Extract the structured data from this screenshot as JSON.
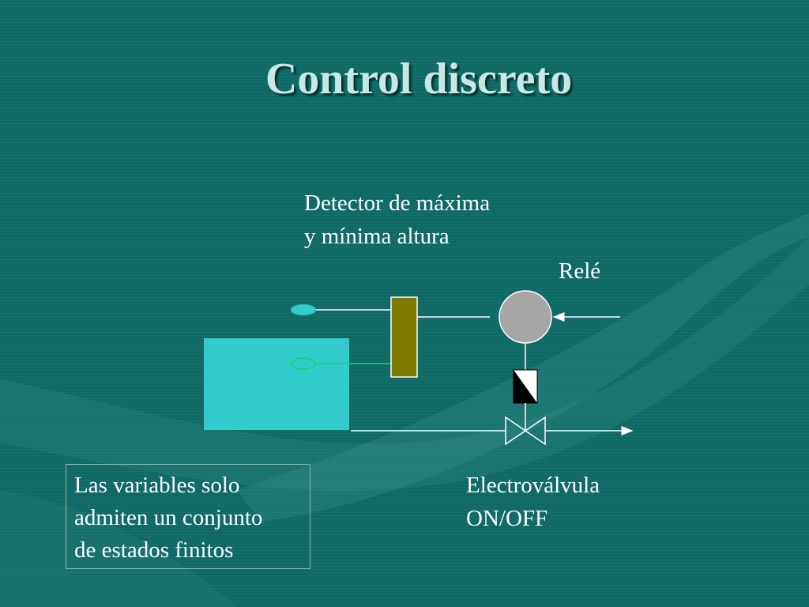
{
  "slide": {
    "title": "Control discreto",
    "detector_label": [
      "Detector de máxima",
      "y mínima altura"
    ],
    "relay_label": "Relé",
    "valve_label": [
      "Electroválvula",
      "ON/OFF"
    ],
    "note": [
      "Las variables solo",
      "admiten un conjunto",
      "de estados finitos"
    ]
  },
  "colors": {
    "background": "#0f6a65",
    "tank": "#33cccc",
    "detector": "#7f7a00",
    "relay": "#a6a6a6",
    "line": "#ffffff"
  }
}
